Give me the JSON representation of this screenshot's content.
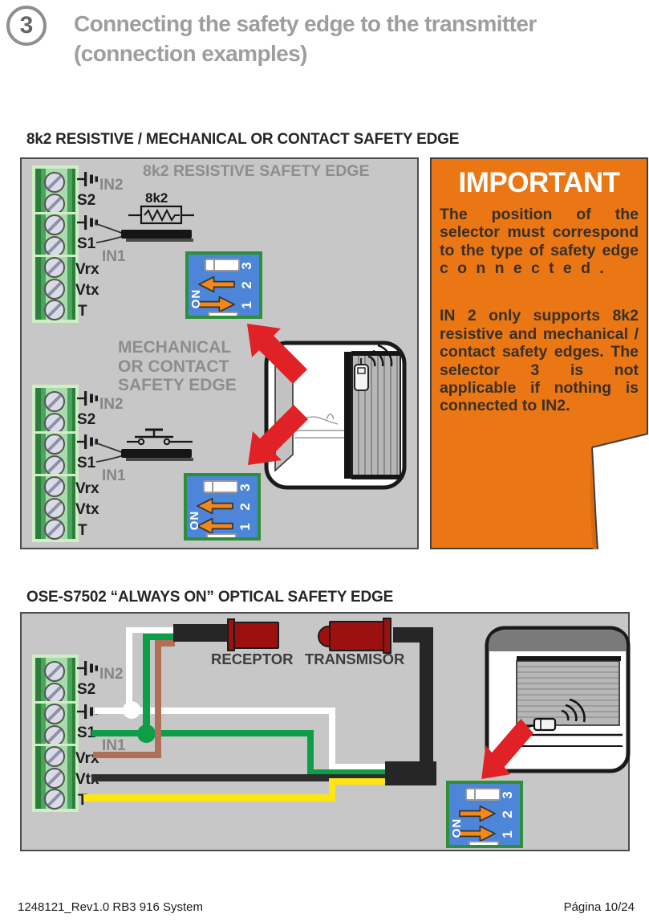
{
  "header": {
    "step_number": "3",
    "title_line1": "Connecting the safety edge to the transmitter",
    "title_line2": "(connection examples)"
  },
  "section_8k2": {
    "heading": "8k2 RESISTIVE / MECHANICAL OR CONTACT SAFETY EDGE",
    "resistive_diagram_title": "8k2 RESISTIVE SAFETY EDGE",
    "resistor_value": "8k2",
    "mechanical_line1": "MECHANICAL",
    "mechanical_line2": "OR CONTACT",
    "mechanical_line3": "SAFETY EDGE"
  },
  "terminal_block": {
    "in2": "IN2",
    "s2": "S2",
    "s1": "S1",
    "in1": "IN1",
    "vrx": "Vrx",
    "vtx": "Vtx",
    "t": "T"
  },
  "dip_switch": {
    "on_label": "ON",
    "pos1": "1",
    "pos2": "2",
    "pos3": "3",
    "settings": {
      "resistive_8k2": {
        "switch1": "right",
        "switch2": "left",
        "switch3": "neutral"
      },
      "mechanical_contact": {
        "switch1": "left",
        "switch2": "left",
        "switch3": "neutral"
      },
      "optical": {
        "switch1": "right",
        "switch2": "right",
        "switch3": "neutral"
      }
    }
  },
  "important_box": {
    "title": "IMPORTANT",
    "paragraph1": "The position of the selector must correspond to the type of safety edge",
    "paragraph1_last_word": "connected.",
    "paragraph2": "IN 2 only supports 8k2 resistive and mechanical / contact safety edges. The selector 3 is not applicable if nothing is connected to IN2."
  },
  "section_optical": {
    "heading": "OSE-S7502 “ALWAYS ON” OPTICAL SAFETY EDGE",
    "receptor_label": "RECEPTOR",
    "transmitter_label": "TRANSMISOR"
  },
  "footer": {
    "left": "1248121_Rev1.0 RB3 916 System",
    "right": "Página 10/24"
  },
  "icons": {
    "safety_edge_contact": "terminal sensor symbol",
    "push_button": "normally-open contact symbol",
    "resistor": "8k2 resistor symbol",
    "wifi": "radio signal arcs",
    "dip_arrow": "orange direction arrow",
    "red_arrow": "red pointer arrow"
  },
  "colors": {
    "diagram_background": "#c7c7c7",
    "important_orange": "#ea7614",
    "dip_blue": "#4d86d8",
    "dip_border_green": "#2e8f3a",
    "arrow_orange": "#f0881c",
    "alert_red": "#e02125",
    "terminal_green": "#49a55b",
    "sensor_dark_red": "#9c1010",
    "wire_white": "#ffffff",
    "wire_green": "#0f9e48",
    "wire_brown": "#b06f58",
    "wire_black": "#2d2d2d",
    "wire_yellow": "#ffe612"
  }
}
